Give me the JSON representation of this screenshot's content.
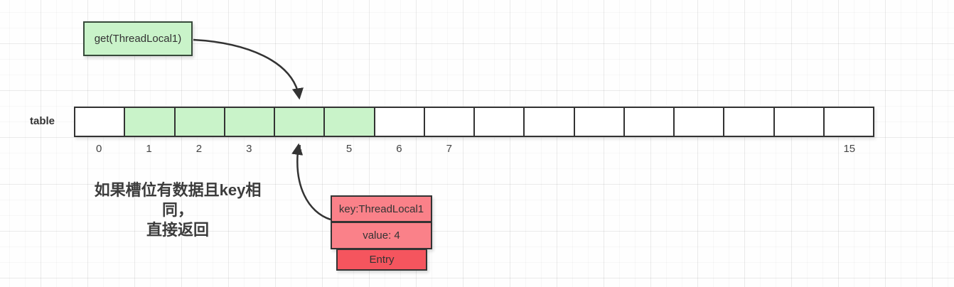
{
  "get_box": {
    "label": "get(ThreadLocal1)"
  },
  "table": {
    "label": "table",
    "cells": [
      {
        "label": "0",
        "highlighted": false
      },
      {
        "label": "1",
        "highlighted": true
      },
      {
        "label": "2",
        "highlighted": true
      },
      {
        "label": "3",
        "highlighted": true
      },
      {
        "label": "4",
        "highlighted": true
      },
      {
        "label": "5",
        "highlighted": true
      },
      {
        "label": "6",
        "highlighted": false
      },
      {
        "label": "7",
        "highlighted": false
      },
      {
        "label": "",
        "highlighted": false
      },
      {
        "label": "",
        "highlighted": false
      },
      {
        "label": "",
        "highlighted": false
      },
      {
        "label": "",
        "highlighted": false
      },
      {
        "label": "",
        "highlighted": false
      },
      {
        "label": "",
        "highlighted": false
      },
      {
        "label": "",
        "highlighted": false
      },
      {
        "label": "15",
        "highlighted": false
      }
    ]
  },
  "annotation": {
    "line1": "如果槽位有数据且key相同，",
    "line2": "直接返回"
  },
  "entry_stack": {
    "key_label": "key:ThreadLocal1",
    "value_label": "value: 4",
    "entry_label": "Entry"
  },
  "colors": {
    "green_fill": "#c9f3c9",
    "red_fill": "#fa8189",
    "red_dark_fill": "#f5555e",
    "stroke": "#333333"
  }
}
